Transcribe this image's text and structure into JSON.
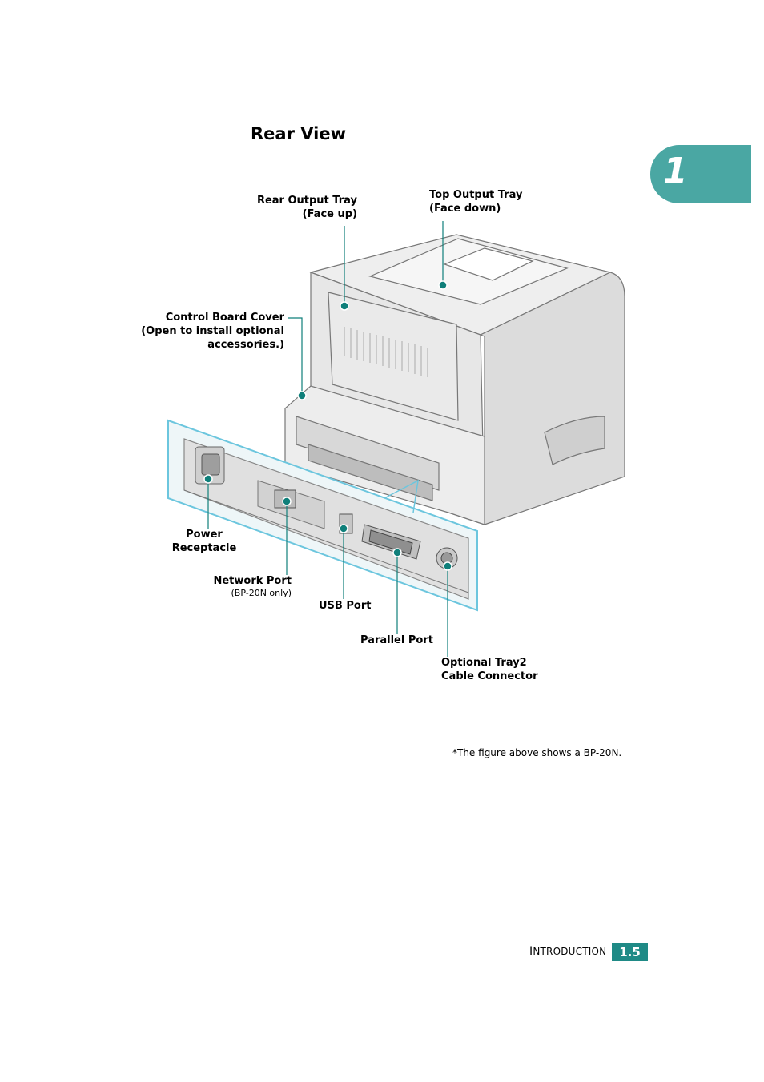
{
  "page": {
    "title": "Rear View",
    "chapter_number": "1",
    "footer_section": "Introduction",
    "footer_section_first": "I",
    "footer_section_rest": "NTRODUCTION",
    "page_number": "1.5",
    "note": "*The figure above shows a BP-20N."
  },
  "callouts": {
    "rear_output_tray": {
      "line1": "Rear Output Tray",
      "line2": "(Face up)"
    },
    "top_output_tray": {
      "line1": "Top Output Tray",
      "line2": "(Face down)"
    },
    "control_board_cover": {
      "line1": "Control Board Cover",
      "line2": "(Open to install optional",
      "line3": "accessories.)"
    },
    "power_receptacle": {
      "line1": "Power",
      "line2": "Receptacle"
    },
    "network_port": {
      "line1": "Network Port",
      "line2": "(BP-20N only)"
    },
    "usb_port": {
      "line1": "USB Port"
    },
    "parallel_port": {
      "line1": "Parallel Port"
    },
    "optional_tray2": {
      "line1": "Optional Tray2",
      "line2": "Cable Connector"
    }
  },
  "colors": {
    "accent": "#4aa7a3",
    "callout_dot": "#0f7f7a",
    "highlight_frame": "#6cc6de"
  },
  "icons": [
    "printer-illustration",
    "callout-dot-icon"
  ]
}
